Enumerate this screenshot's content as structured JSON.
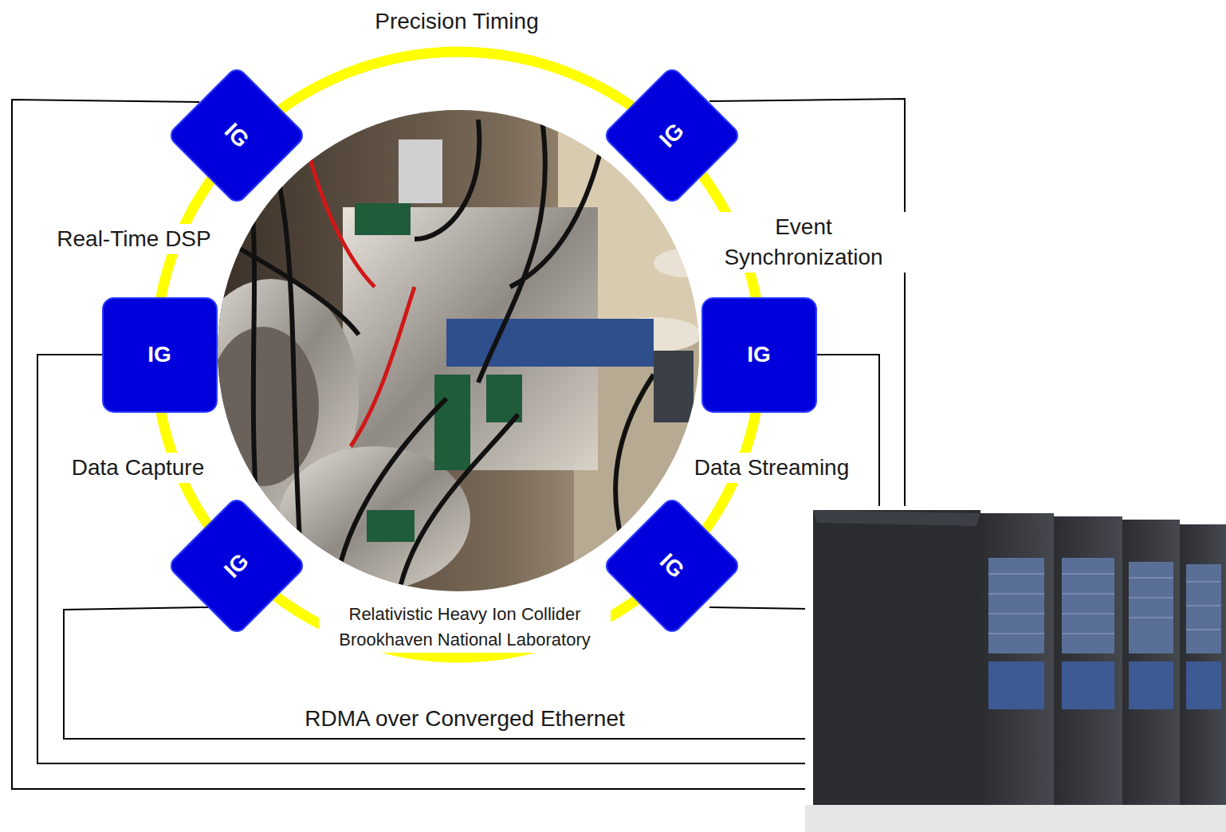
{
  "diagram": {
    "nodes": [
      {
        "text": [
          "IG"
        ]
      },
      {
        "text": [
          "IG"
        ]
      },
      {
        "text": [
          "IG"
        ]
      },
      {
        "text": [
          "IG"
        ]
      },
      {
        "text": [
          "IG"
        ]
      },
      {
        "text": [
          "IG"
        ]
      }
    ],
    "labels": [
      "Precision Timing",
      "Real-Time DSP",
      "Event Synchronization",
      "Data Capture",
      "Data Streaming",
      "Relativistic Heavy Ion Collider Brookhaven National Laboratory",
      "RDMA over Converged Ethernet"
    ]
  }
}
